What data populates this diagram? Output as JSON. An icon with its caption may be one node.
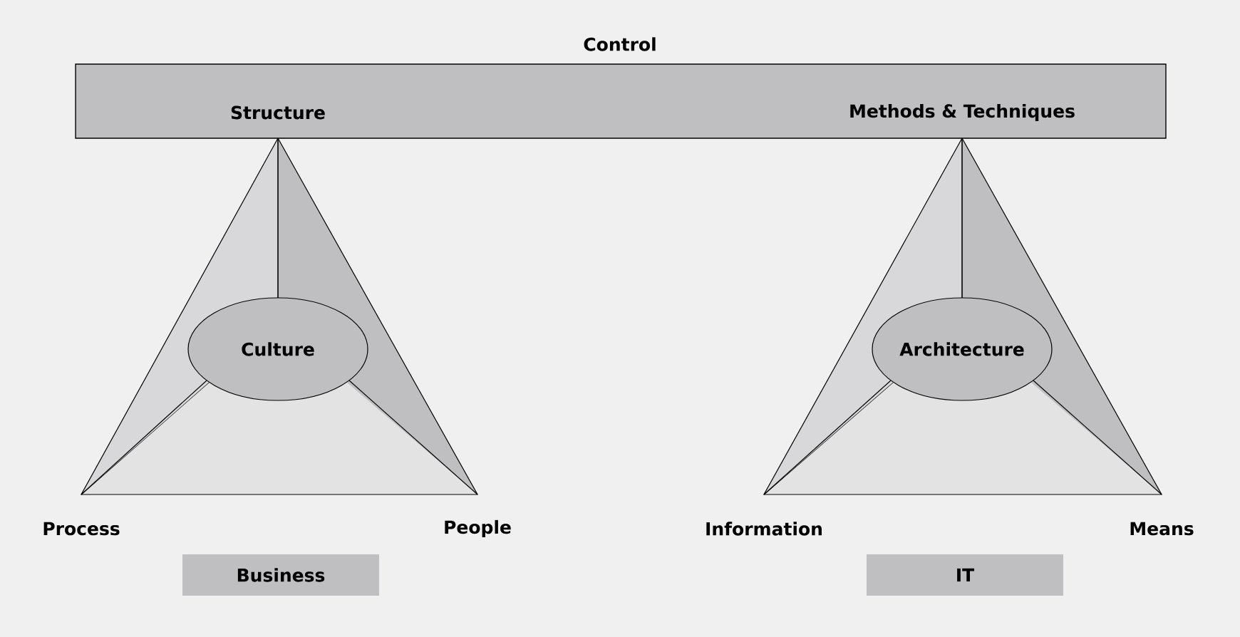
{
  "diagram": {
    "nodes": [
      {
        "text": [
          "Control",
          "Structure",
          "Methods & Techniques"
        ]
      },
      {
        "text": [
          "Culture"
        ]
      },
      {
        "text": [
          "Architecture"
        ]
      },
      {
        "text": [
          "Business"
        ]
      },
      {
        "text": [
          "IT"
        ]
      }
    ],
    "edges": [],
    "labels": [
      "Process",
      "People",
      "Information",
      "Means"
    ]
  }
}
